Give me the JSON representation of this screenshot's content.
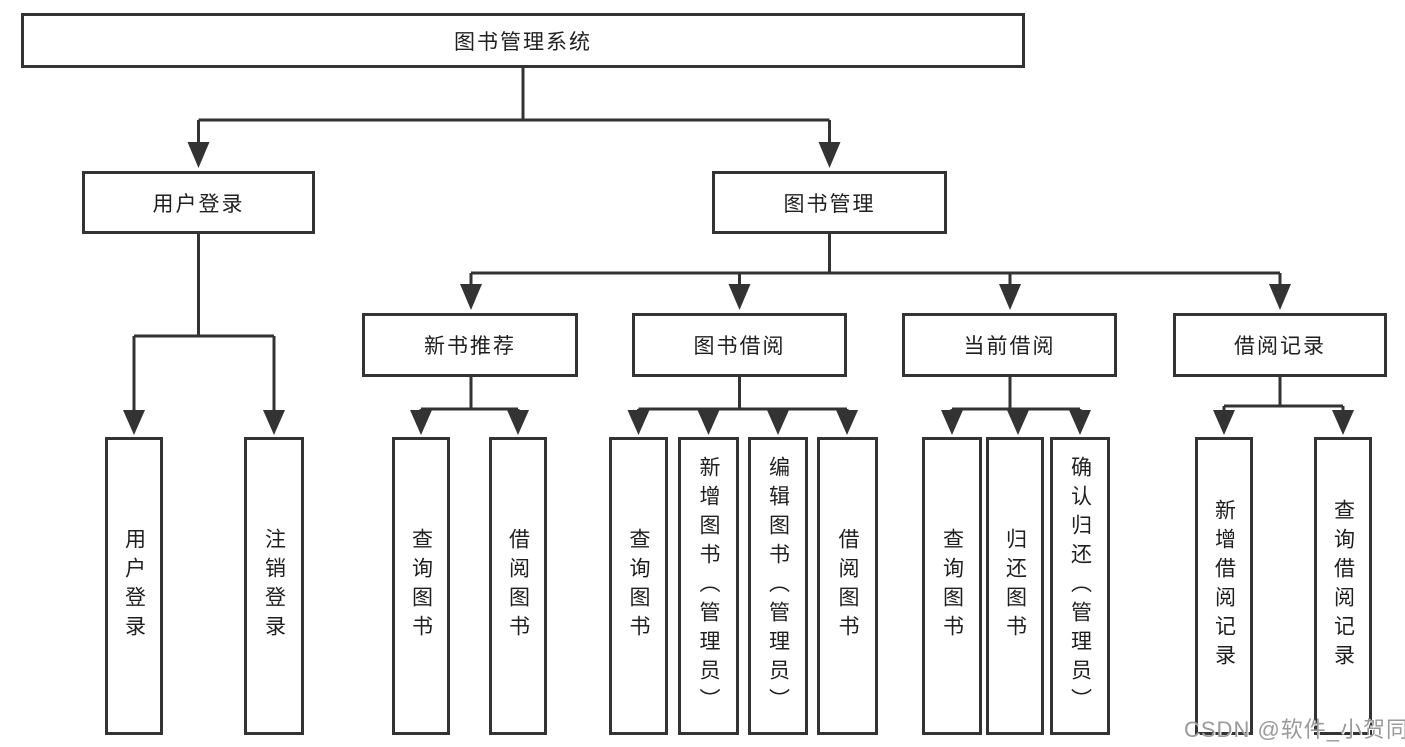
{
  "diagram": {
    "tree": {
      "label": "图书管理系统",
      "children": [
        {
          "label": "用户登录",
          "children": [
            {
              "label": "用户登录"
            },
            {
              "label": "注销登录"
            }
          ]
        },
        {
          "label": "图书管理",
          "children": [
            {
              "label": "新书推荐",
              "children": [
                {
                  "label": "查询图书"
                },
                {
                  "label": "借阅图书"
                }
              ]
            },
            {
              "label": "图书借阅",
              "children": [
                {
                  "label": "查询图书"
                },
                {
                  "label": "新增图书（管理员）"
                },
                {
                  "label": "编辑图书（管理员）"
                },
                {
                  "label": "借阅图书"
                }
              ]
            },
            {
              "label": "当前借阅",
              "children": [
                {
                  "label": "查询图书"
                },
                {
                  "label": "归还图书"
                },
                {
                  "label": "确认归还（管理员）"
                }
              ]
            },
            {
              "label": "借阅记录",
              "children": [
                {
                  "label": "新增借阅记录"
                },
                {
                  "label": "查询借阅记录"
                }
              ]
            }
          ]
        }
      ]
    },
    "watermark": "CSDN @软件_小贺同学",
    "colors": {
      "line": "#333333",
      "text": "#1f1f1f",
      "watermark": "#9a9a9a",
      "background": "#ffffff"
    }
  }
}
